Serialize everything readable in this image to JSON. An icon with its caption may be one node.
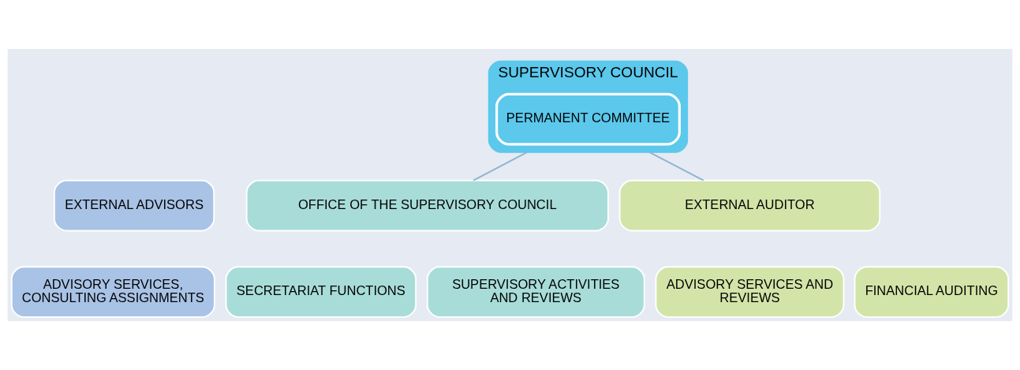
{
  "diagram": {
    "nodes": [
      {
        "text": [
          "SUPERVISORY COUNCIL"
        ]
      },
      {
        "text": [
          "PERMANENT COMMITTEE"
        ],
        "in": 0
      },
      {
        "text": [
          "EXTERNAL ADVISORS"
        ]
      },
      {
        "text": [
          "OFFICE OF THE SUPERVISORY COUNCIL"
        ]
      },
      {
        "text": [
          "EXTERNAL AUDITOR"
        ]
      },
      {
        "text": [
          "ADVISORY SERVICES, CONSULTING ASSIGNMENTS"
        ]
      },
      {
        "text": [
          "SECRETARIAT FUNCTIONS"
        ]
      },
      {
        "text": [
          "SUPERVISORY ACTIVITIES AND REVIEWS"
        ]
      },
      {
        "text": [
          "ADVISORY SERVICES AND REVIEWS"
        ]
      },
      {
        "text": [
          "FINANCIAL AUDITING"
        ]
      }
    ],
    "edges": [
      {
        "from": 0,
        "to": 3,
        "arrow": "none"
      },
      {
        "from": 0,
        "to": 4,
        "arrow": "none"
      }
    ]
  }
}
